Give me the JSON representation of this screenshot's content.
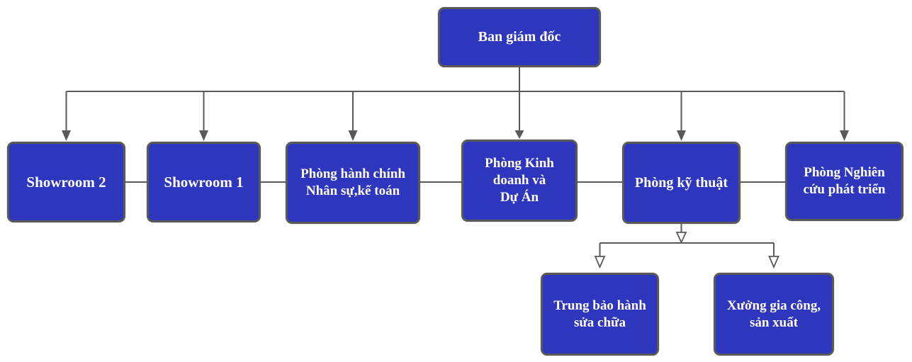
{
  "palette": {
    "node_fill": "#2d36bd",
    "node_border": "#595959",
    "connector": "#595959",
    "node_text": "#ffffff",
    "page_bg": "#ffffff"
  },
  "nodes": [
    {
      "id": "ban-giam-doc",
      "label": "Ban giám đốc"
    },
    {
      "id": "showroom-2",
      "label": "Showroom 2"
    },
    {
      "id": "showroom-1",
      "label": "Showroom 1"
    },
    {
      "id": "phong-hanh-chinh-nhan-su-ke-toan",
      "label": "Phòng hành chính\nNhân sự,kế toán"
    },
    {
      "id": "phong-kinh-doanh-va-du-an",
      "label": "Phòng Kinh\ndoanh và\nDự Án"
    },
    {
      "id": "phong-ky-thuat",
      "label": "Phòng kỹ thuật"
    },
    {
      "id": "phong-nghien-cuu-phat-trien",
      "label": "Phòng Nghiên\ncứu phát triển"
    },
    {
      "id": "trung-bao-hanh-sua-chua",
      "label": "Trung bảo hành\nsửa chữa"
    },
    {
      "id": "xuong-gia-cong-san-xuat",
      "label": "Xưởng gia công,\nsản xuất"
    }
  ],
  "edges": [
    {
      "from": "ban-giam-doc",
      "to": "showroom-2",
      "style": "solid-arrow"
    },
    {
      "from": "ban-giam-doc",
      "to": "showroom-1",
      "style": "solid-arrow"
    },
    {
      "from": "ban-giam-doc",
      "to": "phong-hanh-chinh-nhan-su-ke-toan",
      "style": "solid-arrow"
    },
    {
      "from": "ban-giam-doc",
      "to": "phong-kinh-doanh-va-du-an",
      "style": "solid-arrow"
    },
    {
      "from": "ban-giam-doc",
      "to": "phong-ky-thuat",
      "style": "solid-arrow"
    },
    {
      "from": "ban-giam-doc",
      "to": "phong-nghien-cuu-phat-trien",
      "style": "solid-arrow"
    },
    {
      "from": "phong-ky-thuat",
      "to": "trung-bao-hanh-sua-chua",
      "style": "open-arrow"
    },
    {
      "from": "phong-ky-thuat",
      "to": "xuong-gia-cong-san-xuat",
      "style": "open-arrow"
    },
    {
      "from": "showroom-2",
      "to": "showroom-1",
      "style": "plain"
    },
    {
      "from": "showroom-1",
      "to": "phong-hanh-chinh-nhan-su-ke-toan",
      "style": "plain"
    },
    {
      "from": "phong-hanh-chinh-nhan-su-ke-toan",
      "to": "phong-kinh-doanh-va-du-an",
      "style": "plain"
    },
    {
      "from": "phong-kinh-doanh-va-du-an",
      "to": "phong-ky-thuat",
      "style": "plain"
    },
    {
      "from": "phong-ky-thuat",
      "to": "phong-nghien-cuu-phat-trien",
      "style": "plain"
    }
  ]
}
